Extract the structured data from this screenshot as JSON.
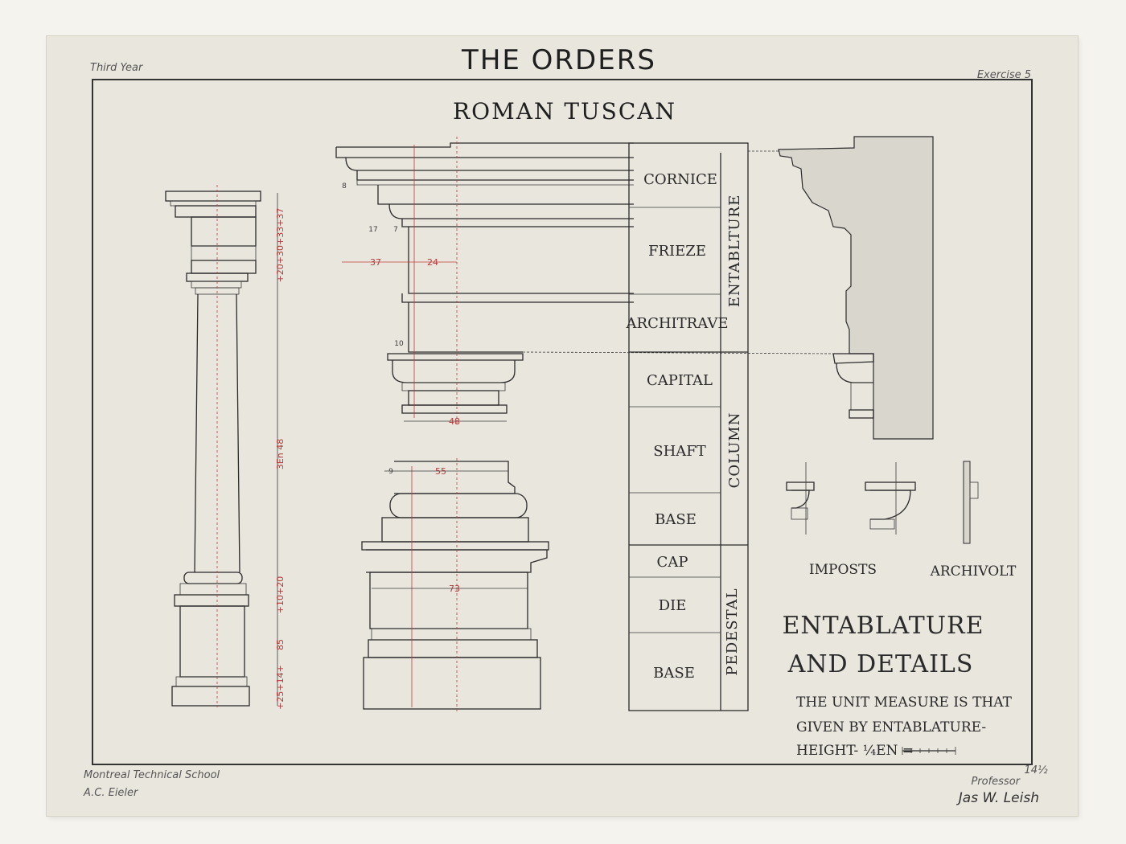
{
  "sheet": {
    "title": "THE ORDERS",
    "year": "Third Year",
    "exercise": "Exercise 5",
    "subtitle": "ROMAN TUSCAN",
    "school": "Montreal Technical School",
    "student": "A.C. Eieler",
    "professor_label": "Professor",
    "grade": "14½",
    "signature": "Jas W. Leish"
  },
  "parts": {
    "cornice": "CORNICE",
    "frieze": "FRIEZE",
    "architrave": "ARCHITRAVE",
    "capital": "CAPITAL",
    "shaft": "SHAFT",
    "base": "BASE",
    "cap": "CAP",
    "die": "DIE",
    "pedestal_base": "BASE"
  },
  "groups": {
    "entablature": "ENTABLTURE",
    "column": "COLUMN",
    "pedestal": "PEDESTAL"
  },
  "details": {
    "imposts": "IMPOSTS",
    "archivolt": "ARCHIVOLT",
    "heading_1": "ENTABLATURE",
    "heading_2": "AND DETAILS",
    "note_1": "THE UNIT MEASURE IS THAT",
    "note_2": "GIVEN BY ENTABLATURE-",
    "note_3": "HEIGHT- ¼EN ="
  },
  "dims": {
    "column_total": "+20+30+33+37",
    "column_shaft": "3En 48",
    "column_mid": "+10+20",
    "column_85": "85",
    "column_base": "+25+14+",
    "w37": "37",
    "w24": "24",
    "w48": "48",
    "w55": "55",
    "w73": "73",
    "d17": "17",
    "d7": "7",
    "d8": "8",
    "d10": "10",
    "d9": "9"
  },
  "colors": {
    "ink": "#2b2b2b",
    "dimension_red": "#c23b3b",
    "paper": "#e9e6dd",
    "wash": "#d9d6cd"
  }
}
